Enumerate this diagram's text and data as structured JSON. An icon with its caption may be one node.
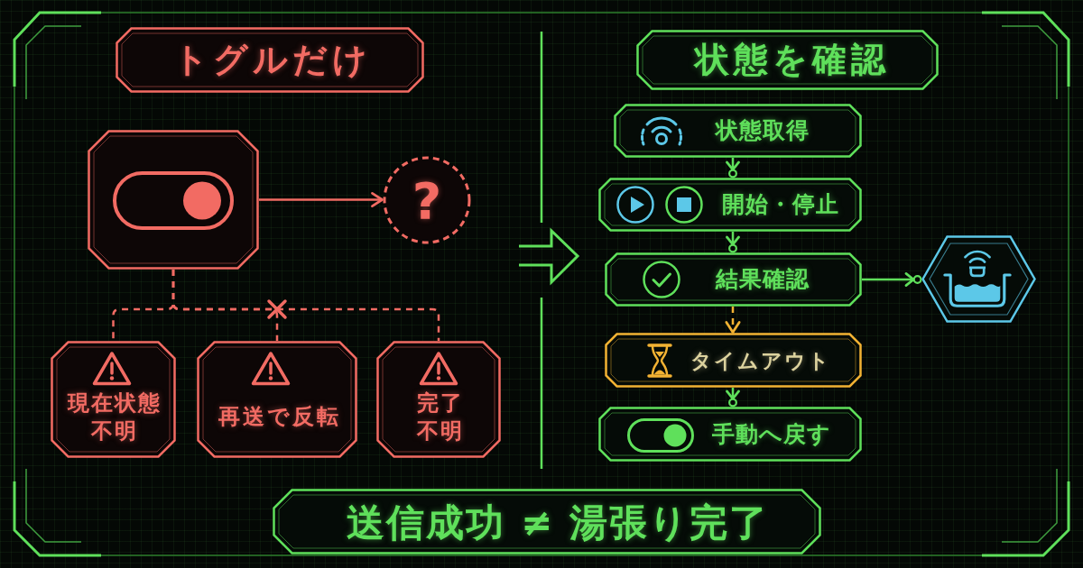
{
  "diagram": {
    "nodes": [
      {
        "text": [
          "トグルだけ"
        ]
      },
      {
        "text": [],
        "shape": "picture"
      },
      {
        "text": [
          "?"
        ]
      },
      {
        "text": [
          "現在状態不明"
        ]
      },
      {
        "text": [
          "再送で反転"
        ]
      },
      {
        "text": [
          "完了不明"
        ]
      },
      {
        "text": [
          "状態を確認"
        ]
      },
      {
        "text": [
          "状態取得"
        ]
      },
      {
        "text": [
          "開始・停止"
        ]
      },
      {
        "text": [
          "結果確認"
        ]
      },
      {
        "text": [],
        "shape": "picture"
      },
      {
        "text": [
          "タイムアウト"
        ]
      },
      {
        "text": [
          "手動へ戻す"
        ]
      },
      {
        "text": [
          "送信成功 ≠ 湯張り完了"
        ]
      }
    ],
    "edges": [
      {
        "from": 1,
        "to": 2,
        "arrow": "to",
        "color": "#f26b63"
      },
      {
        "from": 1,
        "to": 3,
        "arrow": "none",
        "style": "dashed",
        "color": "#f26b63"
      },
      {
        "from": 1,
        "to": 4,
        "arrow": "none",
        "style": "dashed",
        "color": "#f26b63"
      },
      {
        "from": 1,
        "to": 5,
        "arrow": "none",
        "style": "dashed",
        "color": "#f26b63"
      },
      {
        "from": 7,
        "to": 8,
        "arrow": "to",
        "color": "#5fe05b"
      },
      {
        "from": 8,
        "to": 9,
        "arrow": "to",
        "color": "#5fe05b"
      },
      {
        "from": 9,
        "to": 10,
        "arrow": "to",
        "color": "#5fe05b"
      },
      {
        "from": 9,
        "to": 11,
        "arrow": "to",
        "style": "dashed",
        "color": "#f2b233"
      },
      {
        "from": 11,
        "to": 12,
        "arrow": "to",
        "color": "#5fe05b"
      }
    ]
  }
}
